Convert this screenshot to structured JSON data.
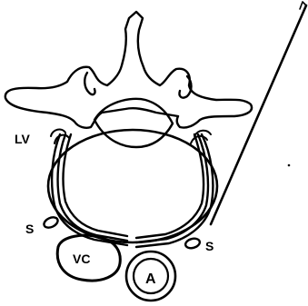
{
  "labels": {
    "lumbar_veins": "LV",
    "sympathetic_left": "S",
    "sympathetic_right": "S",
    "vena_cava": "VC",
    "aorta": "A"
  },
  "colors": {
    "ink": "#000000",
    "paper": "#ffffff"
  }
}
